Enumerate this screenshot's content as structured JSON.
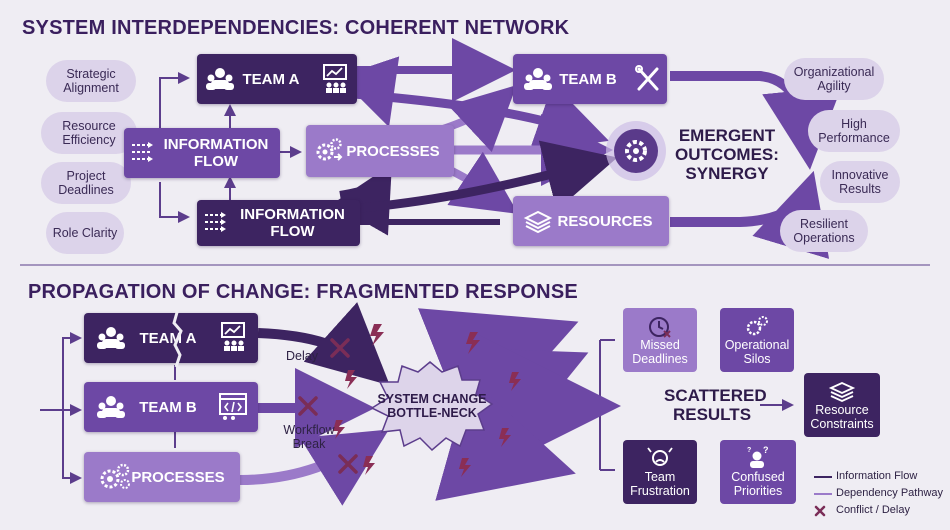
{
  "top": {
    "title": "SYSTEM INTERDEPENDENCIES: COHERENT NETWORK",
    "clouds_left": [
      "Strategic Alignment",
      "Resource Efficiency",
      "Project Deadlines",
      "Role Clarity"
    ],
    "clouds_right": [
      "Organizational Agility",
      "High Performance",
      "Innovative Results",
      "Resilient Operations"
    ],
    "team_a": "TEAM A",
    "team_b": "TEAM B",
    "info_flow_1": "INFORMATION FLOW",
    "info_flow_2": "INFORMATION FLOW",
    "processes": "PROCESSES",
    "resources": "RESOURCES",
    "emergent": "EMERGENT OUTCOMES: SYNERGY"
  },
  "bottom": {
    "title": "PROPAGATION OF CHANGE: FRAGMENTED RESPONSE",
    "team_a": "TEAM A",
    "team_b": "TEAM B",
    "processes": "PROCESSES",
    "delay": "Delay",
    "workflow_break": "Workflow Break",
    "bottleneck": "SYSTEM CHANGE BOTTLE-NECK",
    "scattered": "SCATTERED RESULTS",
    "missed_deadlines": "Missed Deadlines",
    "operational_silos": "Operational Silos",
    "resource_constraints": "Resource Constraints",
    "team_frustration": "Team Frustration",
    "confused_priorities": "Confused Priorities"
  },
  "legend": {
    "information_flow": "Information Flow",
    "dependency_pathway": "Dependency Pathway",
    "conflict_delay": "Conflict / Delay"
  },
  "colors": {
    "dark": "#3d2461",
    "mid": "#6d48a5",
    "light": "#9b7ac9",
    "background": "#efedf3",
    "conflict": "#7a2d57",
    "lightning": "#8a2e55"
  }
}
